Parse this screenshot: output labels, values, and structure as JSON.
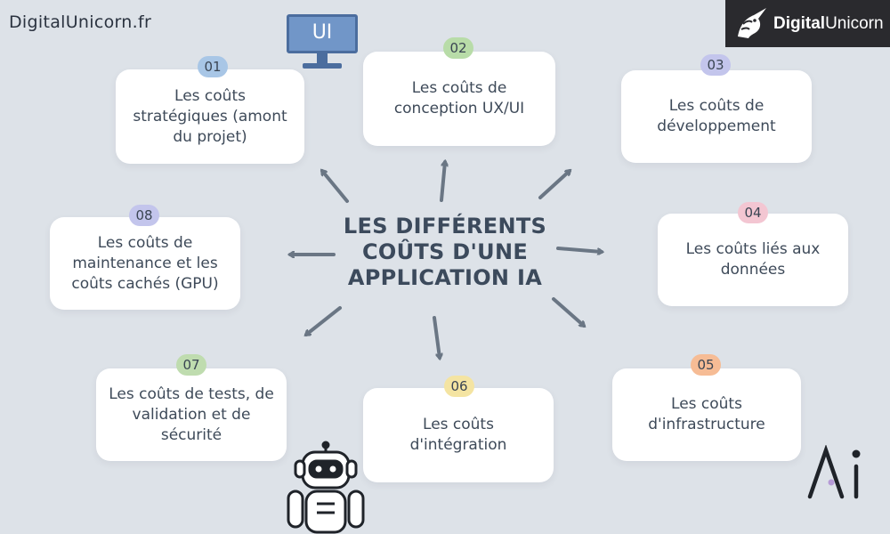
{
  "header": {
    "site": "DigitalUnicorn.fr",
    "brand_strong": "Digital",
    "brand_light": "Unicorn",
    "ui_label": "UI"
  },
  "title": "LES DIFFÉRENTS\nCOÛTS D'UNE\nAPPLICATION IA",
  "colors": {
    "background": "#dde2e8",
    "badge_01": "#a8c6e6",
    "badge_02": "#b8dca8",
    "badge_03": "#c3c5ec",
    "badge_04": "#f3c6d2",
    "badge_05": "#f6bc95",
    "badge_06": "#f4e4a2",
    "badge_07": "#bfdcaf",
    "badge_08": "#c3c5ec"
  },
  "items": [
    {
      "number": "01",
      "label": "Les coûts\nstratégiques (amont\ndu projet)"
    },
    {
      "number": "02",
      "label": "Les coûts de\nconception UX/UI"
    },
    {
      "number": "03",
      "label": "Les coûts de\ndéveloppement"
    },
    {
      "number": "04",
      "label": "Les coûts liés aux\ndonnées"
    },
    {
      "number": "05",
      "label": "Les coûts\nd'infrastructure"
    },
    {
      "number": "06",
      "label": "Les coûts\nd'intégration"
    },
    {
      "number": "07",
      "label": "Les coûts de tests, de\nvalidation et de\nsécurité"
    },
    {
      "number": "08",
      "label": "Les coûts de\nmaintenance et les\ncoûts cachés (GPU)"
    }
  ],
  "icons": {
    "monitor": "monitor-icon",
    "robot": "robot-icon",
    "ai_logo": "ai-logo-icon",
    "unicorn": "unicorn-logo-icon"
  }
}
